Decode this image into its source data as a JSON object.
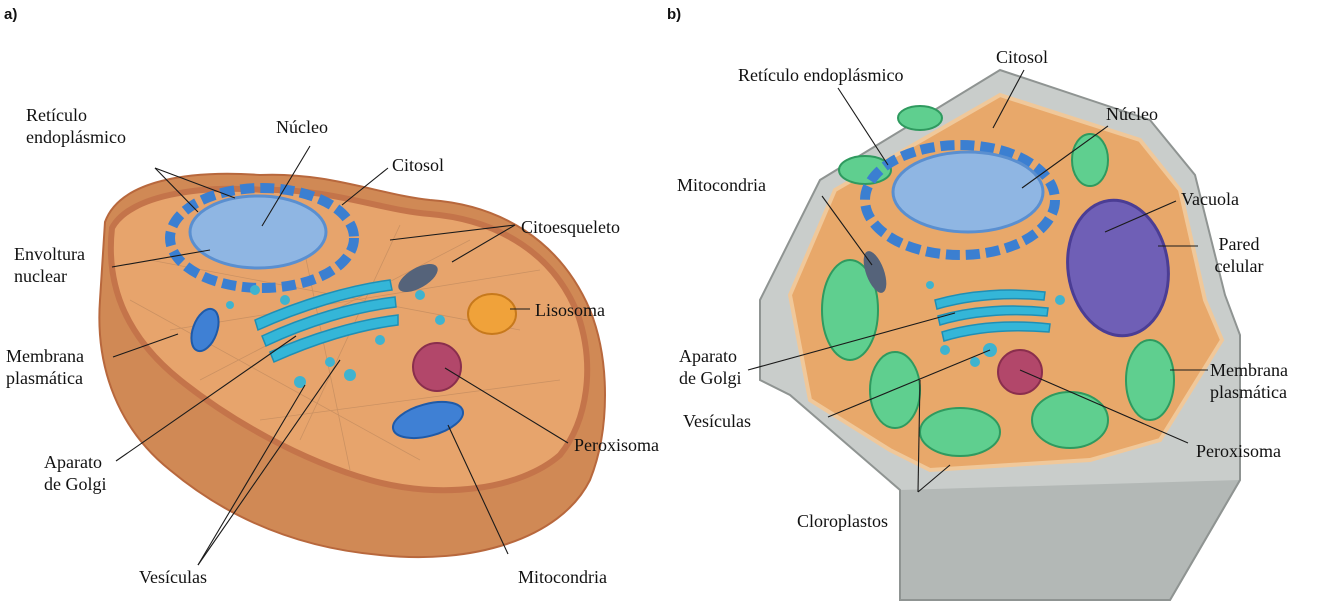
{
  "panels": {
    "a": {
      "letter": "a)",
      "labels": {
        "reticulo_line1": "Retículo",
        "reticulo_line2": "endoplásmico",
        "nucleo": "Núcleo",
        "citosol": "Citosol",
        "citoesqueleto": "Citoesqueleto",
        "envoltura_line1": "Envoltura",
        "envoltura_line2": "nuclear",
        "lisosoma": "Lisosoma",
        "membrana_line1": "Membrana",
        "membrana_line2": "plasmática",
        "aparato_line1": "Aparato",
        "aparato_line2": "de Golgi",
        "peroxisoma": "Peroxisoma",
        "mitocondria": "Mitocondria",
        "vesiculas": "Vesículas"
      }
    },
    "b": {
      "letter": "b)",
      "labels": {
        "reticulo": "Retículo endoplásmico",
        "citosol": "Citosol",
        "nucleo": "Núcleo",
        "mitocondria": "Mitocondria",
        "vacuola": "Vacuola",
        "pared_line1": "Pared",
        "pared_line2": "celular",
        "aparato_line1": "Aparato",
        "aparato_line2": "de Golgi",
        "membrana_line1": "Membrana",
        "membrana_line2": "plasmática",
        "vesiculas": "Vesículas",
        "peroxisoma": "Peroxisoma",
        "cloroplastos": "Cloroplastos"
      }
    }
  },
  "colors": {
    "cytoplasm": "#e8a86a",
    "cell_edge": "#c9764a",
    "nucleus": "#8fb6e3",
    "er": "#3b7fd1",
    "golgi": "#34b6d8",
    "lysosome": "#f0a23a",
    "peroxisome": "#b2476a",
    "mitochondria": "#2f6fc4",
    "chloroplast": "#5fcf8f",
    "vacuole": "#6f5fb6",
    "cell_wall": "#c9cdcb"
  }
}
